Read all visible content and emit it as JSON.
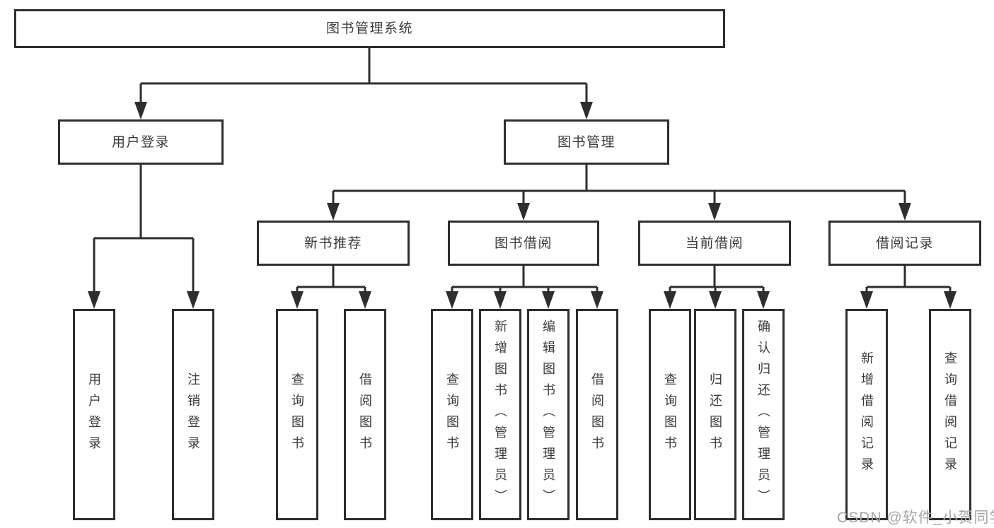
{
  "diagram": {
    "root": {
      "label": "图书管理系统"
    },
    "user_login": {
      "label": "用户登录",
      "children": [
        {
          "label": "用户登录"
        },
        {
          "label": "注销登录"
        }
      ]
    },
    "book_mgmt": {
      "label": "图书管理",
      "sections": [
        {
          "label": "新书推荐",
          "children": [
            {
              "label": "查询图书"
            },
            {
              "label": "借阅图书"
            }
          ]
        },
        {
          "label": "图书借阅",
          "children": [
            {
              "label": "查询图书"
            },
            {
              "label": "新增图书（管理员）"
            },
            {
              "label": "编辑图书（管理员）"
            },
            {
              "label": "借阅图书"
            }
          ]
        },
        {
          "label": "当前借阅",
          "children": [
            {
              "label": "查询图书"
            },
            {
              "label": "归还图书"
            },
            {
              "label": "确认归还（管理员）"
            }
          ]
        },
        {
          "label": "借阅记录",
          "children": [
            {
              "label": "新增借阅记录"
            },
            {
              "label": "查询借阅记录"
            }
          ]
        }
      ]
    }
  },
  "watermark": {
    "text": "CSDN @软件_小贺同学"
  },
  "colors": {
    "line": "#2e2e2e",
    "text": "#3b3b3b",
    "box_background": "#ffffff",
    "page_background": "#ffffff",
    "watermark": "#a7a7a7"
  }
}
